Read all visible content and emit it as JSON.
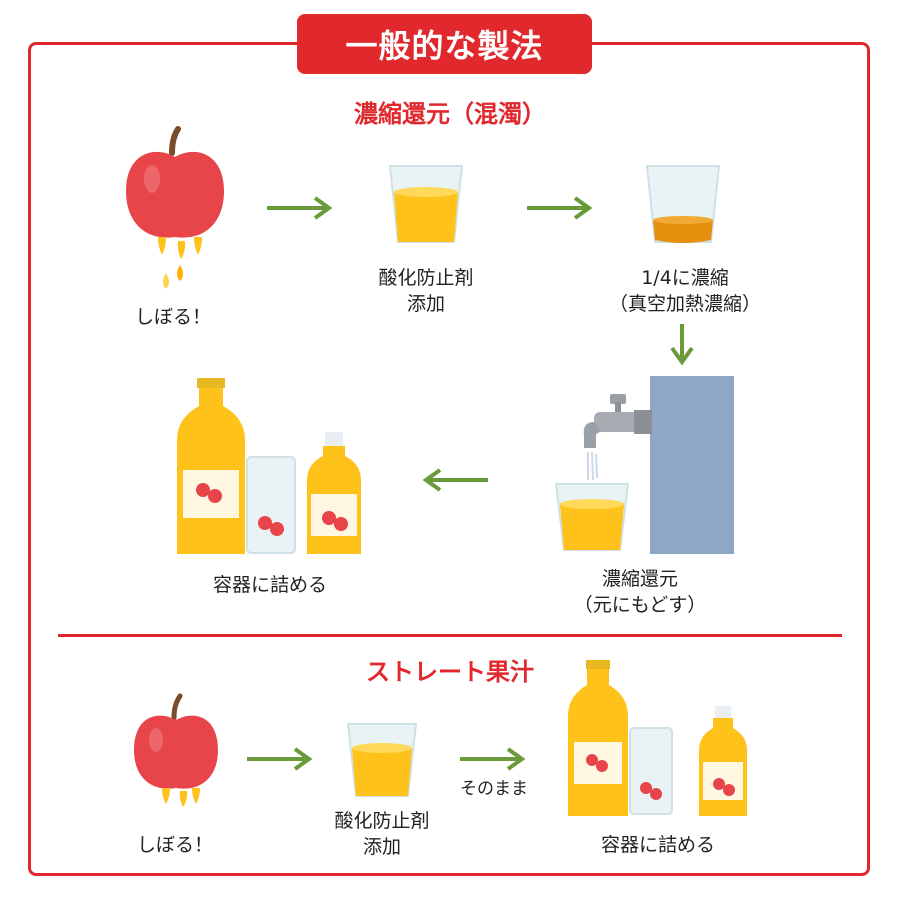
{
  "title": "一般的な製法",
  "section_concentrate": {
    "heading": "濃縮還元（混濁）",
    "steps": {
      "squeeze": "しぼる！",
      "antioxidant": [
        "酸化防止剤",
        "添加"
      ],
      "concentrate": [
        "1/4に濃縮",
        "（真空加熱濃縮）"
      ],
      "reconstitute": [
        "濃縮還元",
        "（元にもどす）"
      ],
      "package": "容器に詰める"
    }
  },
  "section_straight": {
    "heading": "ストレート果汁",
    "steps": {
      "squeeze": "しぼる！",
      "antioxidant": [
        "酸化防止剤",
        "添加"
      ],
      "as_is": "そのまま",
      "package": "容器に詰める"
    }
  },
  "colors": {
    "accent_red": "#e0282d",
    "arrow_green": "#6a9a3a",
    "apple_red": "#e8454a",
    "juice_yellow": "#ffc21a",
    "concentrate_orange": "#e6900f",
    "water_tank_blue": "#8ea7c6"
  },
  "icons": [
    "apple-icon",
    "juice-glass-icon",
    "concentrate-glass-icon",
    "faucet-icon",
    "water-tank-icon",
    "bottle-icon",
    "pet-bottle-icon",
    "arrow-icon"
  ]
}
